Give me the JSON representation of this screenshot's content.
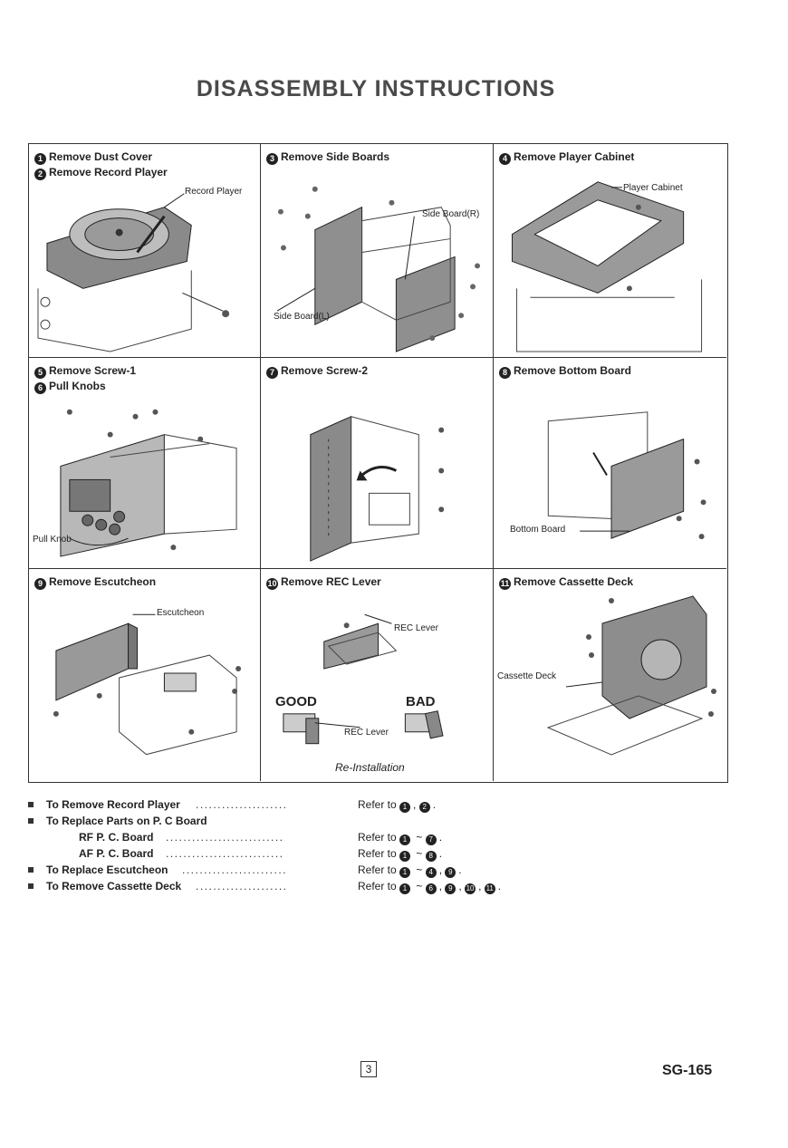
{
  "page_title": "DISASSEMBLY INSTRUCTIONS",
  "panels": [
    {
      "steps": [
        {
          "num": "1",
          "label": "Remove Dust Cover"
        },
        {
          "num": "2",
          "label": "Remove Record Player"
        }
      ],
      "callouts": [
        "Record Player"
      ]
    },
    {
      "steps": [
        {
          "num": "3",
          "label": "Remove Side Boards"
        }
      ],
      "callouts": [
        "Side Board(R)",
        "Side Board(L)"
      ]
    },
    {
      "steps": [
        {
          "num": "4",
          "label": "Remove Player Cabinet"
        }
      ],
      "callouts": [
        "Player Cabinet"
      ]
    },
    {
      "steps": [
        {
          "num": "5",
          "label": "Remove Screw-1"
        },
        {
          "num": "6",
          "label": "Pull Knobs"
        }
      ],
      "callouts": [
        "Pull Knob"
      ]
    },
    {
      "steps": [
        {
          "num": "7",
          "label": "Remove Screw-2"
        }
      ],
      "callouts": []
    },
    {
      "steps": [
        {
          "num": "8",
          "label": "Remove Bottom Board"
        }
      ],
      "callouts": [
        "Bottom Board"
      ]
    },
    {
      "steps": [
        {
          "num": "9",
          "label": "Remove Escutcheon"
        }
      ],
      "callouts": [
        "Escutcheon"
      ]
    },
    {
      "steps": [
        {
          "num": "10",
          "label": "Remove REC Lever"
        }
      ],
      "callouts": [
        "REC Lever",
        "GOOD",
        "BAD",
        "REC Lever",
        "Re-Installation"
      ]
    },
    {
      "steps": [
        {
          "num": "11",
          "label": "Remove Cassette Deck"
        }
      ],
      "callouts": [
        "Cassette Deck"
      ]
    }
  ],
  "references": [
    {
      "label": "To Remove Record Player",
      "refer": "Refer to",
      "marks": [
        "1",
        "2"
      ]
    },
    {
      "label": "To Replace Parts on P. C Board",
      "refer": "",
      "marks": []
    },
    {
      "label": "RF P. C. Board",
      "refer": "Refer to",
      "marks": [
        "1",
        "7"
      ]
    },
    {
      "label": "AF P. C. Board",
      "refer": "Refer to",
      "marks": [
        "1",
        "8"
      ]
    },
    {
      "label": "To Replace Escutcheon",
      "refer": "Refer to",
      "marks": [
        "1",
        "4",
        "9"
      ]
    },
    {
      "label": "To Remove Cassette Deck",
      "refer": "Refer to",
      "marks": [
        "1",
        "6",
        "9",
        "10",
        "11"
      ]
    }
  ],
  "page_number": "3",
  "model_number": "SG-165"
}
